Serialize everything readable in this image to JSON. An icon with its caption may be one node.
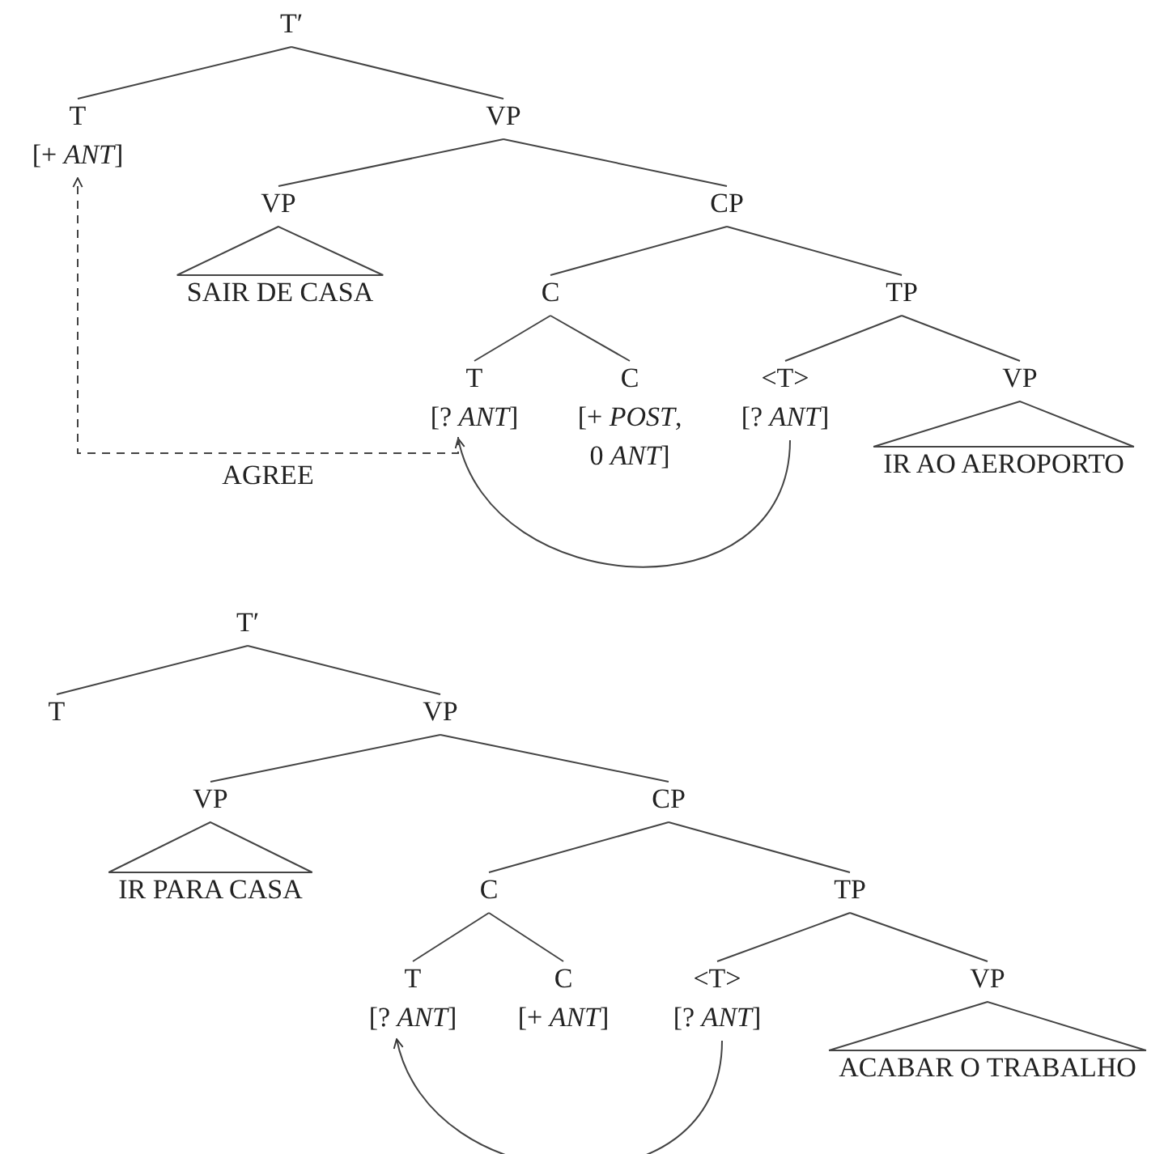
{
  "diagram": {
    "nodes": [
      {
        "text": [
          "T′"
        ]
      },
      {
        "text": [
          "T",
          "[+ *ANT*]"
        ]
      },
      {
        "text": [
          "VP"
        ]
      },
      {
        "text": [
          "VP"
        ]
      },
      {
        "text": [
          "SAIR DE CASA"
        ]
      },
      {
        "text": [
          "CP"
        ]
      },
      {
        "text": [
          "C"
        ]
      },
      {
        "text": [
          "TP"
        ]
      },
      {
        "text": [
          "T",
          "[? *ANT*]"
        ]
      },
      {
        "text": [
          "C",
          "[+ *POST*, 0 *ANT*]"
        ]
      },
      {
        "text": [
          "<T>",
          "[? *ANT*]"
        ]
      },
      {
        "text": [
          "VP"
        ]
      },
      {
        "text": [
          "IR AO AEROPORTO"
        ]
      },
      {
        "text": [
          "T′"
        ]
      },
      {
        "text": [
          "T"
        ]
      },
      {
        "text": [
          "VP"
        ]
      },
      {
        "text": [
          "VP"
        ]
      },
      {
        "text": [
          "IR PARA CASA"
        ]
      },
      {
        "text": [
          "CP"
        ]
      },
      {
        "text": [
          "C"
        ]
      },
      {
        "text": [
          "TP"
        ]
      },
      {
        "text": [
          "T",
          "[? *ANT*]"
        ]
      },
      {
        "text": [
          "C",
          "[+ *ANT*]"
        ]
      },
      {
        "text": [
          "<T>",
          "[? *ANT*]"
        ]
      },
      {
        "text": [
          "VP"
        ]
      },
      {
        "text": [
          "ACABAR O TRABALHO"
        ]
      }
    ],
    "edges": [
      {
        "from": 0,
        "to": 1,
        "arrow": "none"
      },
      {
        "from": 0,
        "to": 2,
        "arrow": "none"
      },
      {
        "from": 2,
        "to": 3,
        "arrow": "none"
      },
      {
        "from": 2,
        "to": 5,
        "arrow": "none"
      },
      {
        "from": 3,
        "to": 4,
        "arrow": "none"
      },
      {
        "from": 5,
        "to": 6,
        "arrow": "none"
      },
      {
        "from": 5,
        "to": 7,
        "arrow": "none"
      },
      {
        "from": 6,
        "to": 8,
        "arrow": "none"
      },
      {
        "from": 6,
        "to": 9,
        "arrow": "none"
      },
      {
        "from": 7,
        "to": 10,
        "arrow": "none"
      },
      {
        "from": 7,
        "to": 11,
        "arrow": "none"
      },
      {
        "from": 11,
        "to": 12,
        "arrow": "none"
      },
      {
        "from": 10,
        "to": 8,
        "arrow": "to"
      },
      {
        "from": 8,
        "to": 1,
        "arrow": "to",
        "label": "AGREE",
        "style": "dashed"
      },
      {
        "from": 13,
        "to": 14,
        "arrow": "none"
      },
      {
        "from": 13,
        "to": 15,
        "arrow": "none"
      },
      {
        "from": 15,
        "to": 16,
        "arrow": "none"
      },
      {
        "from": 15,
        "to": 18,
        "arrow": "none"
      },
      {
        "from": 16,
        "to": 17,
        "arrow": "none"
      },
      {
        "from": 18,
        "to": 19,
        "arrow": "none"
      },
      {
        "from": 18,
        "to": 20,
        "arrow": "none"
      },
      {
        "from": 19,
        "to": 21,
        "arrow": "none"
      },
      {
        "from": 19,
        "to": 22,
        "arrow": "none"
      },
      {
        "from": 20,
        "to": 23,
        "arrow": "none"
      },
      {
        "from": 20,
        "to": 24,
        "arrow": "none"
      },
      {
        "from": 24,
        "to": 25,
        "arrow": "none"
      },
      {
        "from": 23,
        "to": 21,
        "arrow": "to"
      }
    ]
  }
}
